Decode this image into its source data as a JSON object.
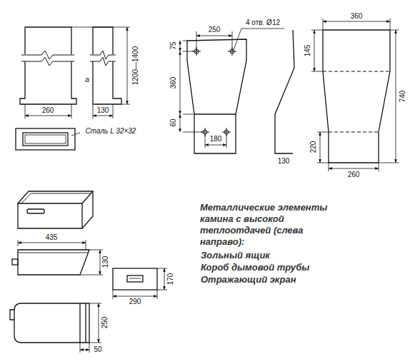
{
  "diagram": {
    "caption": "Металлические элементы камина с высокой теплоотдачей (слева направо):",
    "labels": [
      "a",
      "1200—1400",
      "260",
      "130",
      "Сталь L 32×32",
      "250",
      "4 отв. Ø12",
      "75",
      "360",
      "60",
      "180",
      "130",
      "360",
      "145",
      "740",
      "220",
      "260",
      "435",
      "130",
      "170",
      "290",
      "250",
      "50",
      "Зольный ящик",
      "Короб дымовой трубы",
      "Отражающий экран"
    ]
  }
}
